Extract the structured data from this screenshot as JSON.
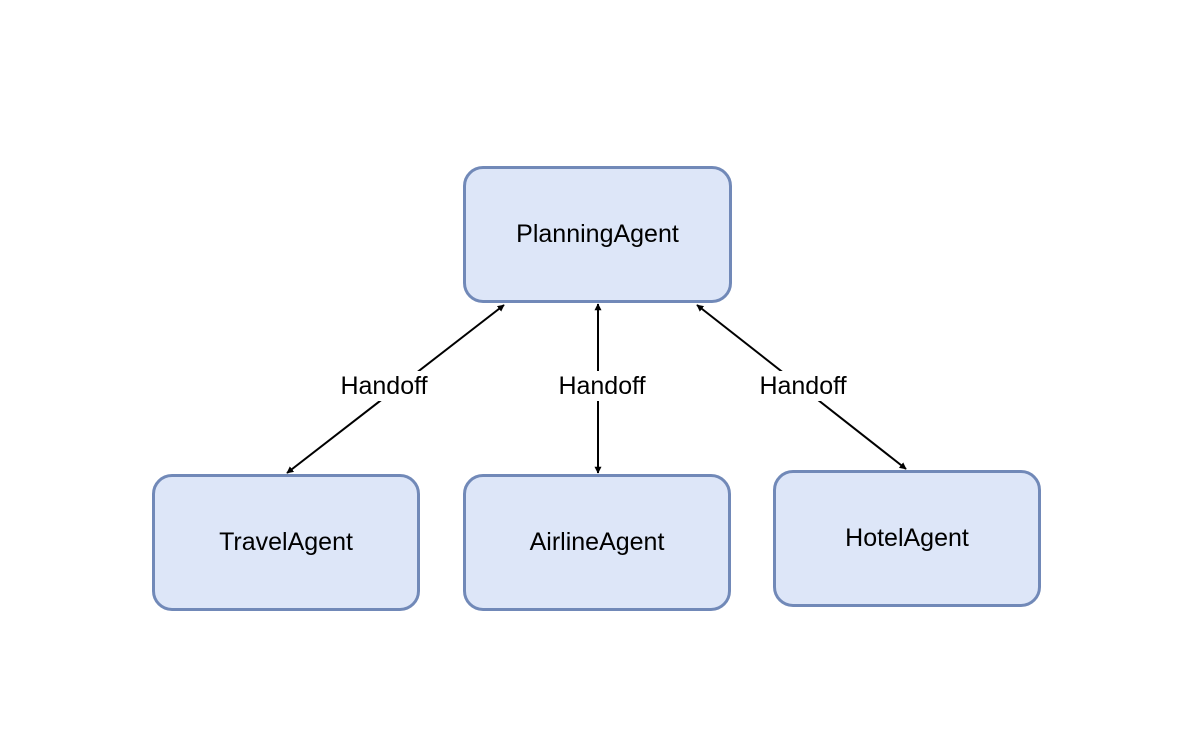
{
  "diagram": {
    "nodes": {
      "planning": "PlanningAgent",
      "travel": "TravelAgent",
      "airline": "AirlineAgent",
      "hotel": "HotelAgent"
    },
    "edges": {
      "travel_label": "Handoff",
      "airline_label": "Handoff",
      "hotel_label": "Handoff"
    },
    "colors": {
      "node_fill": "#dde6f8",
      "node_border": "#7189b8",
      "edge": "#000000"
    }
  }
}
